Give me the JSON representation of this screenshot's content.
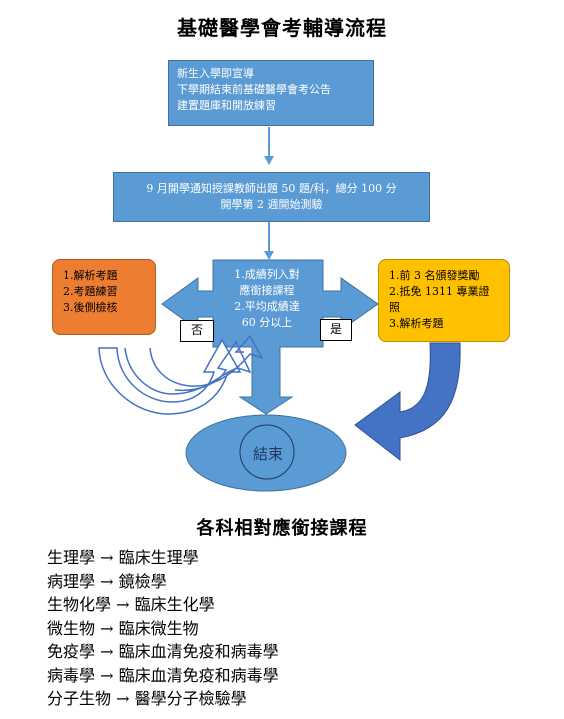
{
  "title": "基礎醫學會考輔導流程",
  "box1": {
    "lines": [
      "新生入學即宣導",
      "下學期結束前基礎醫學會考公告",
      "建置題庫和開放練習"
    ]
  },
  "box2": {
    "lines": [
      "9 月開學通知授課教師出題 50 題/科，總分 100 分",
      "開學第 2 週開始測驗"
    ]
  },
  "center": {
    "lines": [
      "1.成績列入對",
      "應銜接課程",
      "2.平均成績達",
      "60 分以上"
    ]
  },
  "left_box": {
    "lines": [
      "1.解析考題",
      "2.考題練習",
      "3.後側檢核"
    ]
  },
  "right_box": {
    "lines": [
      "1.前 3 名頒發獎勵",
      "2.抵免 1311 專業證照",
      "3.解析考題"
    ]
  },
  "no_label": "否",
  "yes_label": "是",
  "end_label": "結束",
  "subtitle": "各科相對應銜接課程",
  "mapping": [
    {
      "from": "生理學",
      "arrow": "→",
      "to": "臨床生理學"
    },
    {
      "from": "病理學",
      "arrow": "→",
      "to": "鏡檢學"
    },
    {
      "from": "生物化學",
      "arrow": "→",
      "to": "臨床生化學"
    },
    {
      "from": "微生物",
      "arrow": "→",
      "to": "臨床微生物"
    },
    {
      "from": "免疫學",
      "arrow": "→",
      "to": "臨床血清免疫和病毒學"
    },
    {
      "from": "病毒學",
      "arrow": "→",
      "to": "臨床血清免疫和病毒學"
    },
    {
      "from": "分子生物",
      "arrow": "→",
      "to": "醫學分子檢驗學"
    }
  ],
  "colors": {
    "blue": "#5b9bd5",
    "blue_dark": "#4472c4",
    "orange": "#ed7d31",
    "yellow": "#ffc000"
  }
}
